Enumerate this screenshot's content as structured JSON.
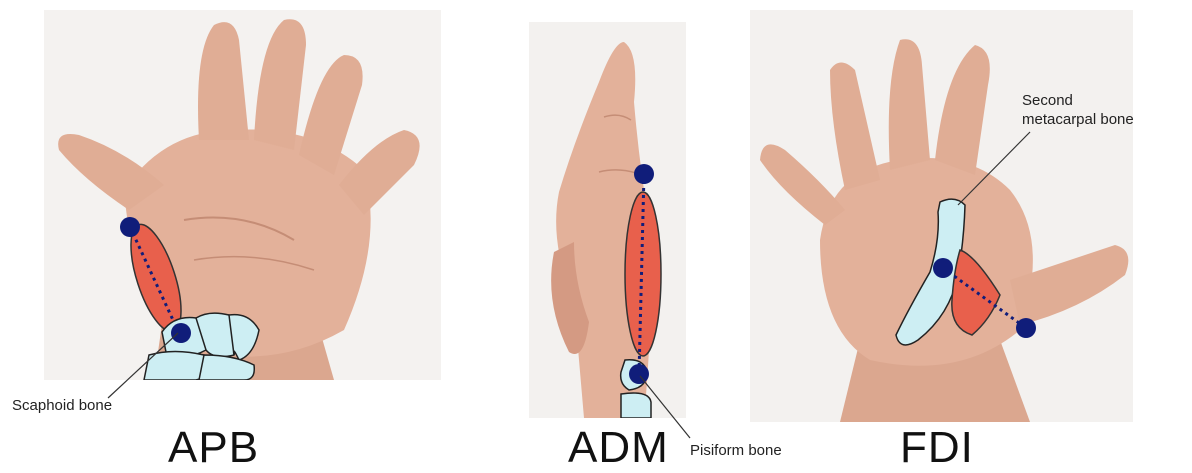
{
  "panels": [
    {
      "muscle_label": "APB",
      "bone_label": "Scaphoid bone"
    },
    {
      "muscle_label": "ADM",
      "bone_label": "Pisiform bone"
    },
    {
      "muscle_label": "FDI",
      "bone_label_line1": "Second",
      "bone_label_line2": "metacarpal bone"
    }
  ],
  "colors": {
    "muscle": "#e8604c",
    "bone": "#cdeef3",
    "electrode": "#101d7a",
    "skin": "#e3b19a",
    "background": "#f3f1ef"
  }
}
